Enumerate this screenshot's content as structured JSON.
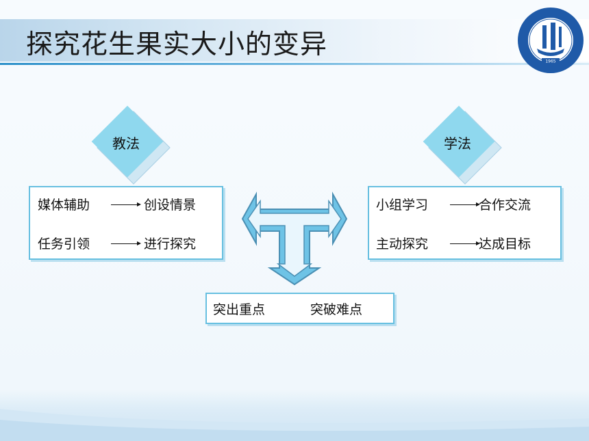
{
  "slide": {
    "title": "探究花生果实大小的变异"
  },
  "logo": {
    "year": "1965"
  },
  "teaching": {
    "heading": "教法",
    "rows": [
      {
        "left": "媒体辅助",
        "right": "创设情景"
      },
      {
        "left": "任务引领",
        "right": "进行探究"
      }
    ]
  },
  "learning": {
    "heading": "学法",
    "rows": [
      {
        "left": "小组学习",
        "right": "合作交流"
      },
      {
        "left": "主动探究",
        "right": "达成目标"
      }
    ]
  },
  "goal": {
    "left": "突出重点",
    "right": "突破难点"
  },
  "colors": {
    "diamond": "#8fd8ee",
    "box_border": "#66bfe0",
    "title_line": "#2b8fc9"
  }
}
